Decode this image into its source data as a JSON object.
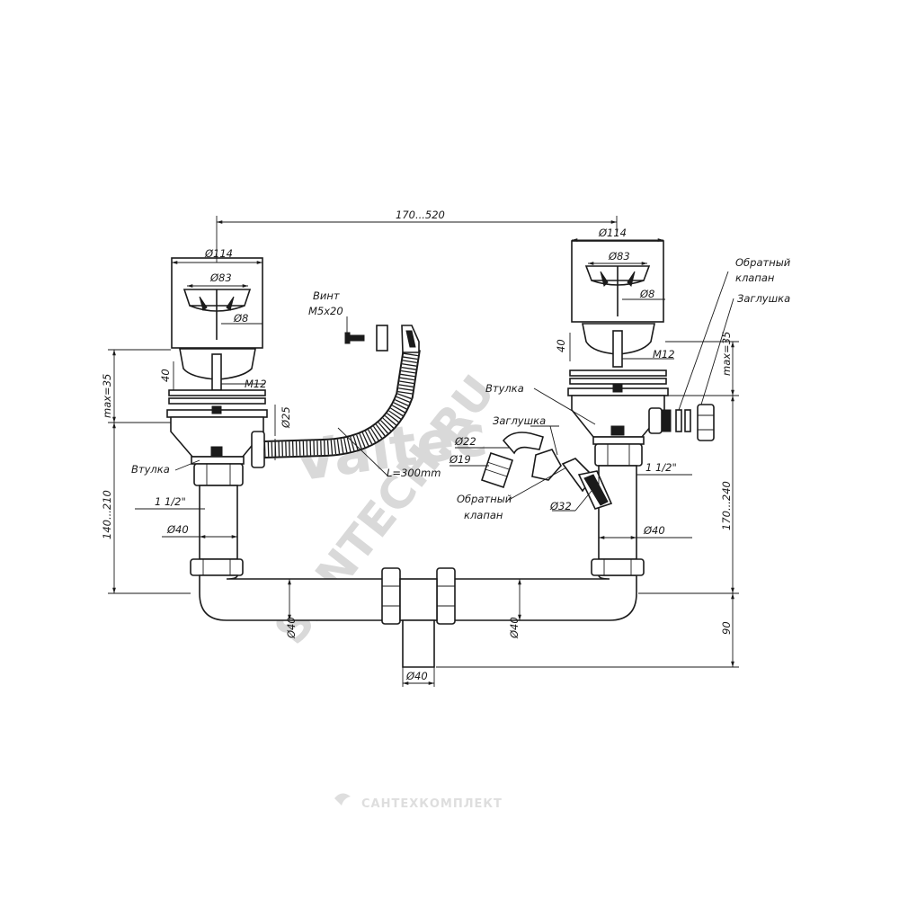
{
  "dimensions": {
    "span": "170...520",
    "left_d114": "Ø114",
    "left_d83": "Ø83",
    "left_d8": "Ø8",
    "right_d114": "Ø114",
    "right_d83": "Ø83",
    "right_d8": "Ø8",
    "left_40": "40",
    "right_40": "40",
    "left_m12": "M12",
    "right_m12": "M12",
    "left_max35": "max=35",
    "right_max35": "max=35",
    "d25": "Ø25",
    "hose_length": "L=300mm",
    "left_height": "140...210",
    "right_height": "170...240",
    "left_thread": "1 1/2\"",
    "right_thread": "1 1/2\"",
    "left_d40": "Ø40",
    "right_d40": "Ø40",
    "pipe_d40_left": "Ø40",
    "pipe_d40_right": "Ø40",
    "outlet_d40": "Ø40",
    "d22": "Ø22",
    "d19": "Ø19",
    "d32": "Ø32",
    "h90": "90"
  },
  "labels": {
    "screw_line1": "Винт",
    "screw_line2": "M5x20",
    "bushing_left": "Втулка",
    "bushing_right": "Втулка",
    "plug_middle": "Заглушка",
    "check_valve_middle_1": "Обратный",
    "check_valve_middle_2": "клапан",
    "check_valve_right_1": "Обратный",
    "check_valve_right_2": "клапан",
    "plug_right": "Заглушка"
  },
  "watermarks": {
    "brand": "Valtec",
    "site": "SANTECH.RU",
    "footer": "САНТЕХКОМПЛЕКТ"
  },
  "colors": {
    "ink": "#1a1a1a",
    "background": "#ffffff",
    "watermark": "#d9d9d9"
  }
}
